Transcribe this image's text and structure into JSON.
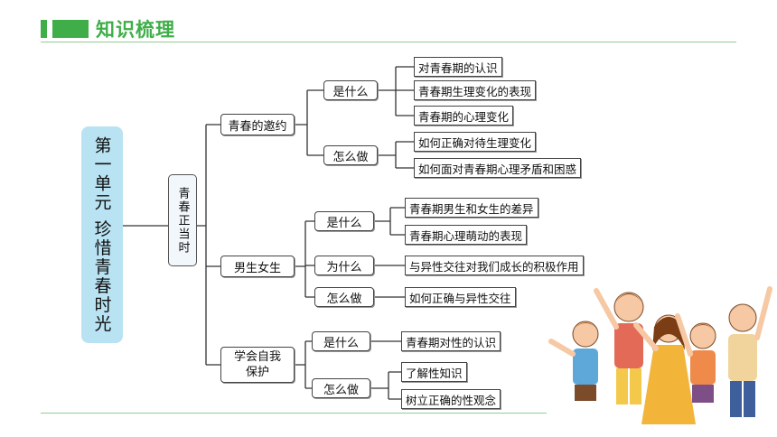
{
  "header": {
    "title": "知识梳理"
  },
  "unit": {
    "label": "第一单元 珍惜青春时光"
  },
  "subunit": {
    "label": "青春正当时"
  },
  "topics": [
    {
      "label": "青春的邀约"
    },
    {
      "label": "男生女生"
    },
    {
      "label": "学会自我保护"
    }
  ],
  "questions": [
    "是什么",
    "怎么做",
    "是什么",
    "为什么",
    "怎么做",
    "是什么",
    "怎么做"
  ],
  "leaves": [
    "对青春期的认识",
    "青春期生理变化的表现",
    "青春期的心理变化",
    "如何正确对待生理变化",
    "如何面对青春期心理矛盾和困惑",
    "青春期男生和女生的差异",
    "青春期心理萌动的表现",
    "与异性交往对我们成长的积极作用",
    "如何正确与异性交往",
    "青春期对性的认识",
    "了解性知识",
    "树立正确的性观念"
  ],
  "colors": {
    "accent": "#3fae49",
    "unit_box": "#b9e3f3"
  }
}
